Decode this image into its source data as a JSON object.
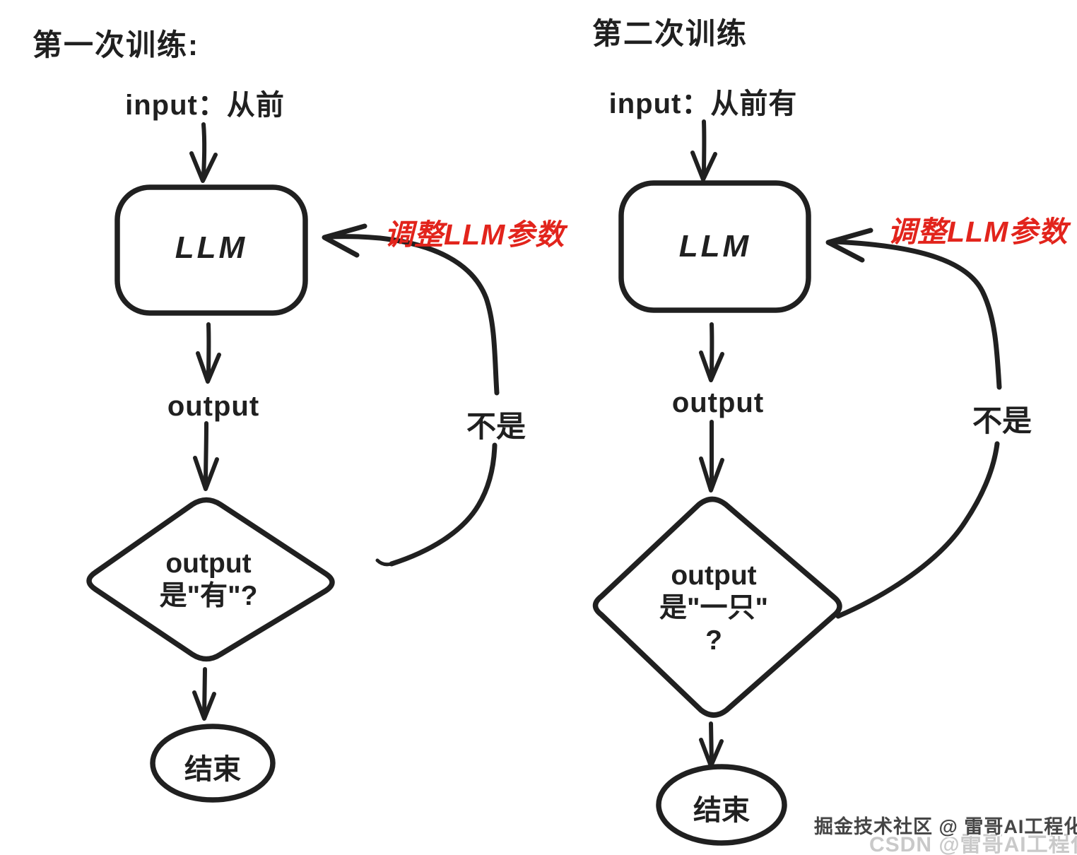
{
  "colors": {
    "ink": "#202020",
    "accent_red": "#e2241c",
    "watermark_dark": "#454545",
    "watermark_light": "#c9c9c9",
    "background": "#ffffff"
  },
  "left": {
    "title": "第一次训练:",
    "input_label": "input：从前",
    "llm_label": "LLM",
    "output_label": "output",
    "decision_line1": "output",
    "decision_line2": "是\"有\"?",
    "no_label": "不是",
    "feedback_label": "调整LLM参数",
    "end_label": "结束"
  },
  "right": {
    "title": "第二次训练",
    "input_label": "input：从前有",
    "llm_label": "LLM",
    "output_label": "output",
    "decision_line1": "output",
    "decision_line2": "是\"一只\"",
    "decision_line3": "?",
    "no_label": "不是",
    "feedback_label": "调整LLM参数",
    "end_label": "结束"
  },
  "watermarks": {
    "primary": "掘金技术社区 @ 雷哥AI工程化",
    "secondary": "CSDN @雷哥AI工程化"
  }
}
